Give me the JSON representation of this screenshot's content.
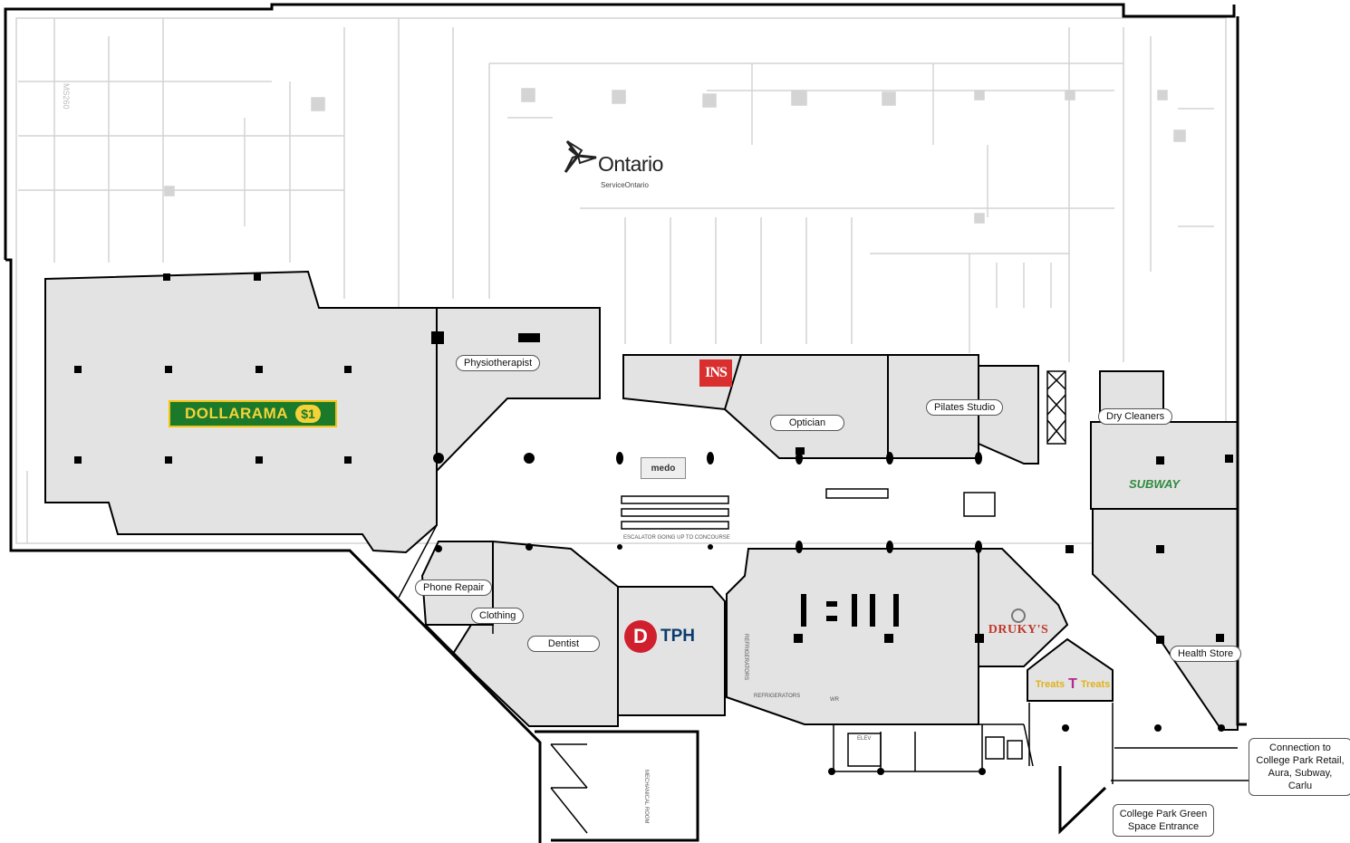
{
  "map": {
    "labels": {
      "physiotherapist": "Physiotherapist",
      "optician": "Optician",
      "pilates_studio": "Pilates Studio",
      "dry_cleaners": "Dry Cleaners",
      "phone_repair": "Phone Repair",
      "clothing": "Clothing",
      "dentist": "Dentist",
      "health_store": "Health Store"
    },
    "callouts": {
      "connection": [
        "Connection to",
        "College Park Retail,",
        "Aura, Subway, Carlu"
      ],
      "green_space": [
        "College Park Green",
        "Space Entrance"
      ]
    },
    "logos": {
      "dollarama": "DOLLARAMA",
      "dollarama_coin": "$1",
      "ontario": "Ontario",
      "ontario_sub": "ServiceOntario",
      "tph": "TPH",
      "tph_mark": "D",
      "ins": "INS",
      "medo": "medo",
      "drukys": "DRUKY'S",
      "subway": "SUBWAY",
      "treats_left": "Treats",
      "treats_mid": "T",
      "treats_right": "Treats"
    },
    "small_text": {
      "escalator": "ESCALATOR GOING UP TO CONCOURSE",
      "refrigerators_h": "REFRIGERATORS",
      "refrigerators_v": "REFRIGERATORS",
      "mechanical_room": "MECHANICAL ROOM",
      "room_code": "MS260",
      "wr": "WR",
      "elev": "ELEV"
    },
    "colors": {
      "unit_fill": "#e3e3e3",
      "wall": "#000000",
      "faded_wall": "#cfcfcf",
      "dollarama_green": "#1a7a2a",
      "tph_red": "#d0202e"
    }
  }
}
